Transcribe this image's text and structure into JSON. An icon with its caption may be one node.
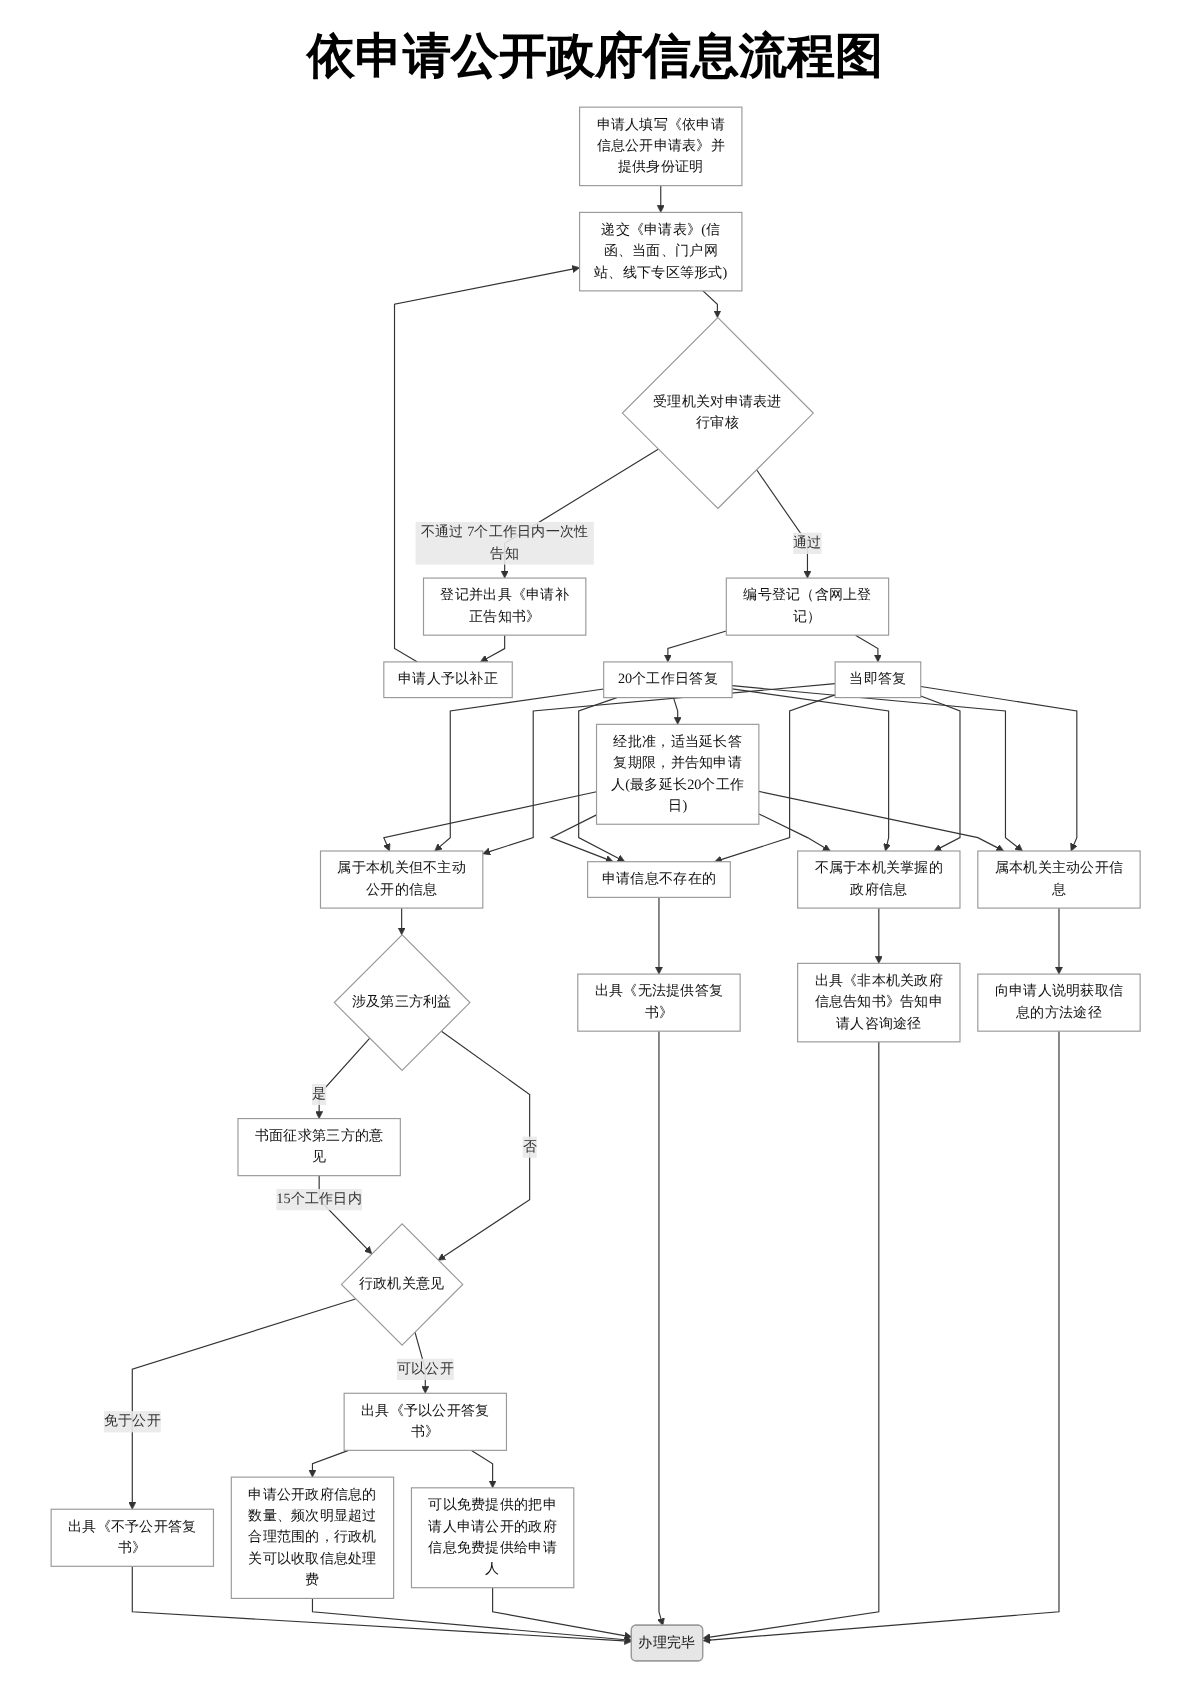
{
  "diagram": {
    "title": "依申请公开政府信息流程图",
    "nodes": [
      {
        "text": [
          "申请人填写《依申请信息公开申请表》并提供身份证明"
        ]
      },
      {
        "text": [
          "申请人予以补正"
        ]
      },
      {
        "text": [
          "递交《申请表》(信函、当面、门户网站、线下专区等形式)"
        ]
      },
      {
        "text": [
          "受理机关对申请表进行审核"
        ]
      },
      {
        "text": [
          "登记并出具《申请补正告知书》"
        ]
      },
      {
        "text": [
          "编号登记（含网上登记）"
        ]
      },
      {
        "text": [
          "当即答复"
        ]
      },
      {
        "text": [
          "20个工作日答复"
        ]
      },
      {
        "text": [
          "经批准，适当延长答复期限，并告知申请人(最多延长20个工作日)"
        ]
      },
      {
        "text": [
          "属本机关主动公开信息"
        ]
      },
      {
        "text": [
          "不属于本机关掌握的政府信息"
        ]
      },
      {
        "text": [
          "申请信息不存在的"
        ]
      },
      {
        "text": [
          "属于本机关但不主动公开的信息"
        ]
      },
      {
        "text": [
          "向申请人说明获取信息的方法途径"
        ]
      },
      {
        "text": [
          "出具《非本机关政府信息告知书》告知申请人咨询途径"
        ]
      },
      {
        "text": [
          "出具《无法提供答复书》"
        ]
      },
      {
        "text": [
          "涉及第三方利益"
        ]
      },
      {
        "text": [
          "书面征求第三方的意见"
        ]
      },
      {
        "text": [
          "行政机关意见"
        ]
      },
      {
        "text": [
          "出具《予以公开答复书》"
        ]
      },
      {
        "text": [
          "出具《不予公开答复书》"
        ]
      },
      {
        "text": [
          "可以免费提供的把申请人申请公开的政府信息免费提供给申请人"
        ]
      },
      {
        "text": [
          "申请公开政府信息的数量、频次明显超过合理范围的，行政机关可以收取信息处理费"
        ]
      },
      {
        "text": [
          "办理完毕"
        ]
      }
    ],
    "edges": [
      {
        "from": 0,
        "to": 2,
        "arrow": "to"
      },
      {
        "from": 1,
        "to": 2,
        "arrow": "to"
      },
      {
        "from": 2,
        "to": 3,
        "arrow": "to"
      },
      {
        "from": 3,
        "to": 4,
        "arrow": "to",
        "label": "不通过 7个工作日内一次性告知"
      },
      {
        "from": 4,
        "to": 1,
        "arrow": "to"
      },
      {
        "from": 3,
        "to": 5,
        "arrow": "to",
        "label": "通过"
      },
      {
        "from": 5,
        "to": 6,
        "arrow": "to"
      },
      {
        "from": 5,
        "to": 7,
        "arrow": "to"
      },
      {
        "from": 7,
        "to": 8,
        "arrow": "to"
      },
      {
        "from": 6,
        "to": 9,
        "arrow": "to"
      },
      {
        "from": 6,
        "to": 10,
        "arrow": "to"
      },
      {
        "from": 6,
        "to": 11,
        "arrow": "to"
      },
      {
        "from": 6,
        "to": 12,
        "arrow": "to"
      },
      {
        "from": 7,
        "to": 9,
        "arrow": "to"
      },
      {
        "from": 7,
        "to": 10,
        "arrow": "to"
      },
      {
        "from": 7,
        "to": 11,
        "arrow": "to"
      },
      {
        "from": 7,
        "to": 12,
        "arrow": "to"
      },
      {
        "from": 8,
        "to": 9,
        "arrow": "to"
      },
      {
        "from": 8,
        "to": 10,
        "arrow": "to"
      },
      {
        "from": 8,
        "to": 11,
        "arrow": "to"
      },
      {
        "from": 8,
        "to": 12,
        "arrow": "to"
      },
      {
        "from": 9,
        "to": 13,
        "arrow": "to"
      },
      {
        "from": 10,
        "to": 14,
        "arrow": "to"
      },
      {
        "from": 11,
        "to": 15,
        "arrow": "to"
      },
      {
        "from": 12,
        "to": 16,
        "arrow": "to"
      },
      {
        "from": 16,
        "to": 17,
        "arrow": "to",
        "label": "是"
      },
      {
        "from": 16,
        "to": 18,
        "arrow": "to",
        "label": "否"
      },
      {
        "from": 17,
        "to": 18,
        "arrow": "to",
        "label": "15个工作日内"
      },
      {
        "from": 18,
        "to": 19,
        "arrow": "to",
        "label": "可以公开"
      },
      {
        "from": 18,
        "to": 20,
        "arrow": "to",
        "label": "免于公开"
      },
      {
        "from": 19,
        "to": 21,
        "arrow": "to"
      },
      {
        "from": 19,
        "to": 22,
        "arrow": "to"
      },
      {
        "from": 13,
        "to": 23,
        "arrow": "to"
      },
      {
        "from": 14,
        "to": 23,
        "arrow": "to"
      },
      {
        "from": 15,
        "to": 23,
        "arrow": "to"
      },
      {
        "from": 21,
        "to": 23,
        "arrow": "to"
      },
      {
        "from": 22,
        "to": 23,
        "arrow": "to"
      },
      {
        "from": 20,
        "to": 23,
        "arrow": "to"
      }
    ]
  }
}
